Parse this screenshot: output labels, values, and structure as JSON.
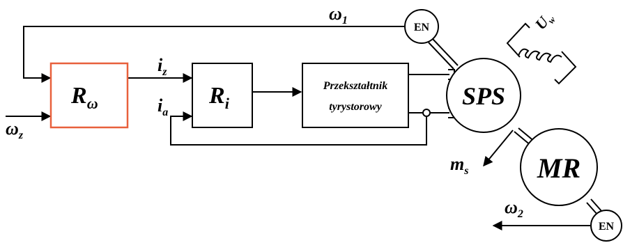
{
  "colors": {
    "line": "#000000",
    "speed_controller_border": "#e8603c",
    "background": "#ffffff"
  },
  "blocks": {
    "speed_controller": {
      "main": "R",
      "sub": "ω"
    },
    "current_controller": {
      "main": "R",
      "sub": "i"
    },
    "converter": {
      "line1": "Przekształtnik",
      "line2": "tyrystorowy"
    }
  },
  "signals": {
    "omega_setpoint": {
      "main": "ω",
      "sub": "z"
    },
    "current_setpoint": {
      "main": "i",
      "sub": "z"
    },
    "armature_current": {
      "main": "i",
      "sub": "a"
    },
    "omega_motor": {
      "main": "ω",
      "sub": "1"
    },
    "omega_load": {
      "main": "ω",
      "sub": "2"
    },
    "torque": {
      "main": "m",
      "sub": "s"
    },
    "excitation_voltage": {
      "main": "U",
      "sub": "w"
    }
  },
  "machines": {
    "motor": "SPS",
    "load": "MR",
    "encoder1": "EN",
    "encoder2": "EN"
  }
}
